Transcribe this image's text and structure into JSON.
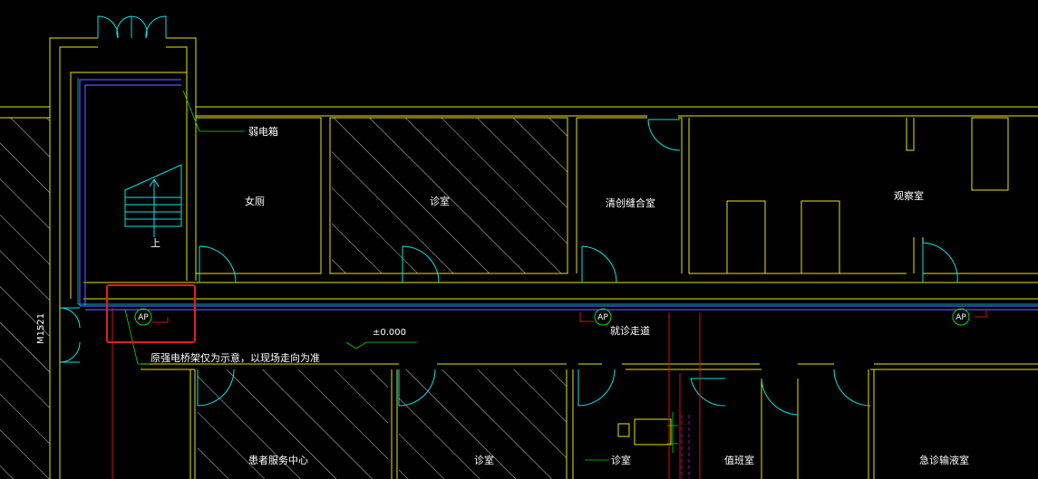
{
  "labels": {
    "weak_box": "弱电箱",
    "womens_toilet": "女厕",
    "clinic_1": "诊室",
    "debridement_room": "清创缝合室",
    "observation_room": "观察室",
    "up": "上",
    "corridor": "就诊走道",
    "elevation": "±0.000",
    "cable_note": "原强电桥架仅为示意，以现场走向为准",
    "patient_service": "患者服务中心",
    "clinic_2": "诊室",
    "clinic_3": "诊室",
    "duty_room": "值班室",
    "emergency_infusion": "急诊输液室",
    "door_code": "M1521"
  },
  "ap_label": "AP",
  "colors": {
    "wall": "#e6e600",
    "door": "#00e5e5",
    "cable": "#5555ff",
    "highlight": "#e02020",
    "ap": "#00e000",
    "red_line": "#d01010",
    "text": "#ffffff"
  }
}
